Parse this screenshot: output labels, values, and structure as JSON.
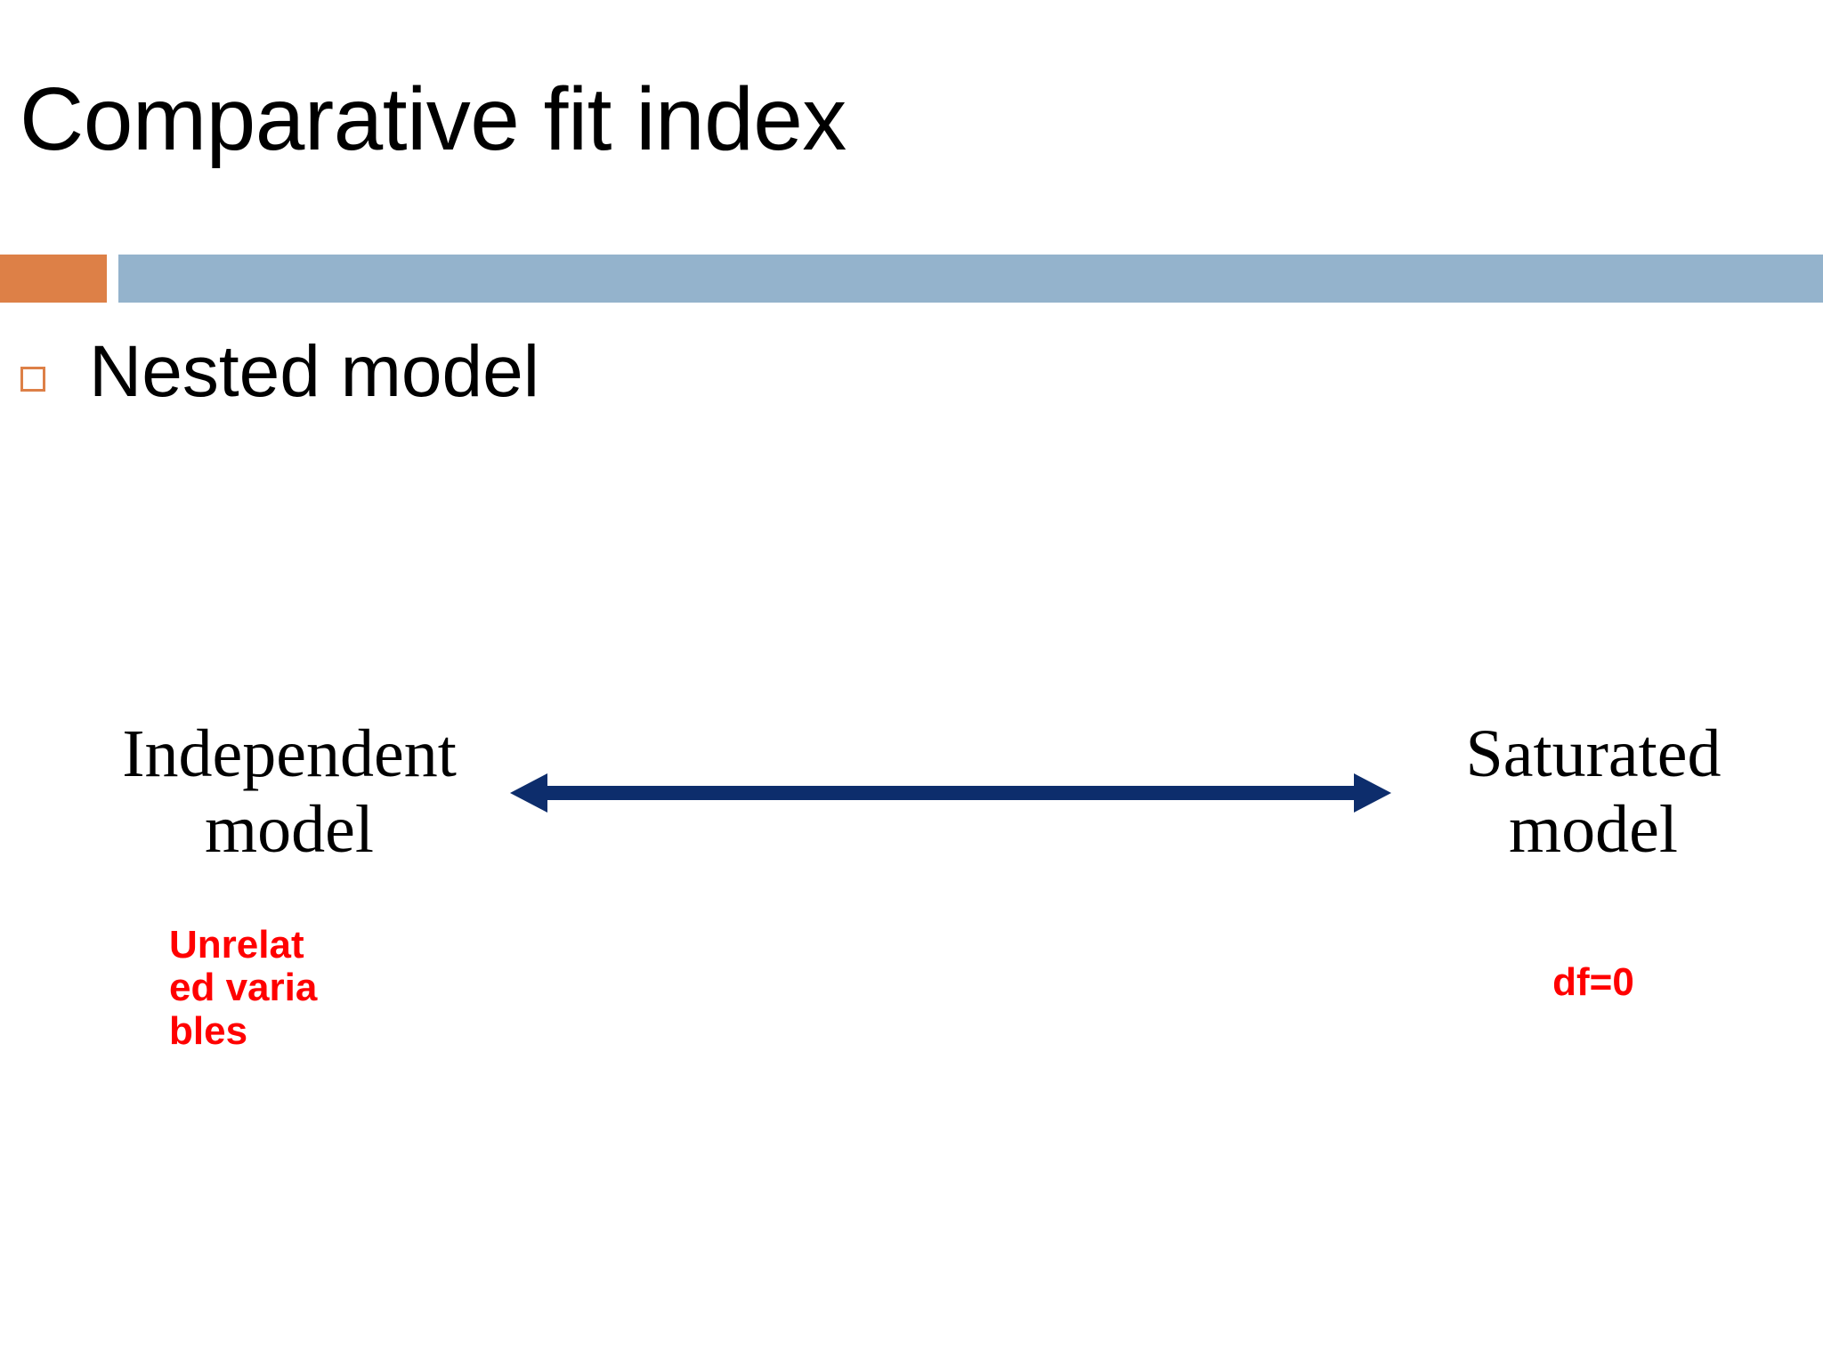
{
  "slide": {
    "title": "Comparative fit index",
    "background_color": "#FFFFFF"
  },
  "divider": {
    "accent_color": "#DD8047",
    "main_color": "#94B3CC"
  },
  "bullet": {
    "marker": "hollow-square",
    "marker_color": "#DD8047",
    "text": "Nested model"
  },
  "diagram": {
    "left_label": "Independent model",
    "right_label": "Saturated model",
    "arrow": {
      "style": "double-headed",
      "color": "#0D2D6C"
    },
    "annotations": {
      "left_note": "Unrelated variables",
      "right_note": "df=0",
      "note_color": "#FF0000"
    }
  }
}
